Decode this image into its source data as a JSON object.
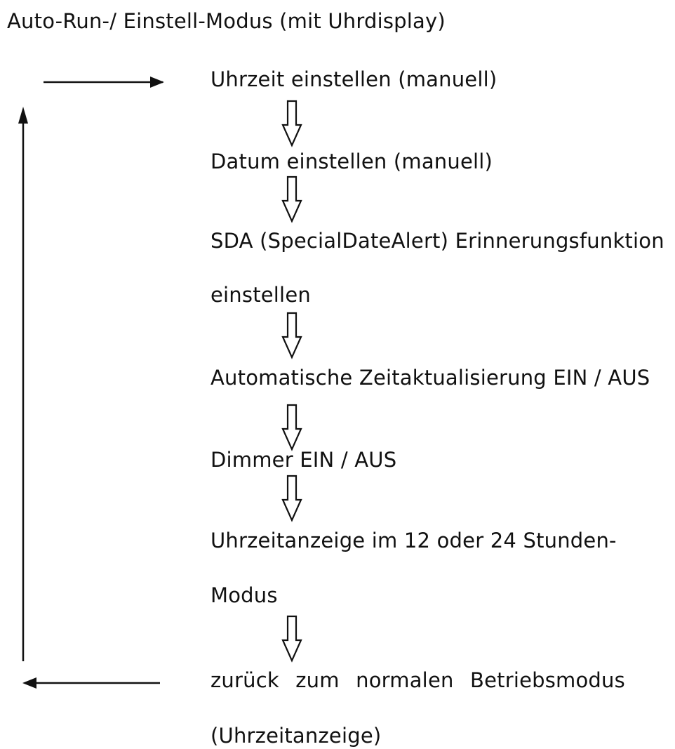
{
  "title": "Auto-Run-/ Einstell-Modus (mit Uhrdisplay)",
  "steps": [
    {
      "lines": [
        "Uhrzeit einstellen (manuell)"
      ]
    },
    {
      "lines": [
        "Datum einstellen (manuell)"
      ]
    },
    {
      "lines": [
        "SDA (SpecialDateAlert) Erinnerungsfunktion",
        "einstellen"
      ]
    },
    {
      "lines": [
        "Automatische Zeitaktualisierung EIN / AUS"
      ]
    },
    {
      "lines": [
        "Dimmer EIN / AUS"
      ]
    },
    {
      "lines": [
        "Uhrzeitanzeige im 12 oder 24 Stunden-",
        "Modus"
      ]
    },
    {
      "lines": [
        "zurück zum normalen Betriebsmodus",
        "(Uhrzeitanzeige)"
      ]
    }
  ],
  "icons": {
    "step_arrow": "hollow-down-arrow-icon",
    "loop_arrows": "loop-back-arrow-icon"
  }
}
